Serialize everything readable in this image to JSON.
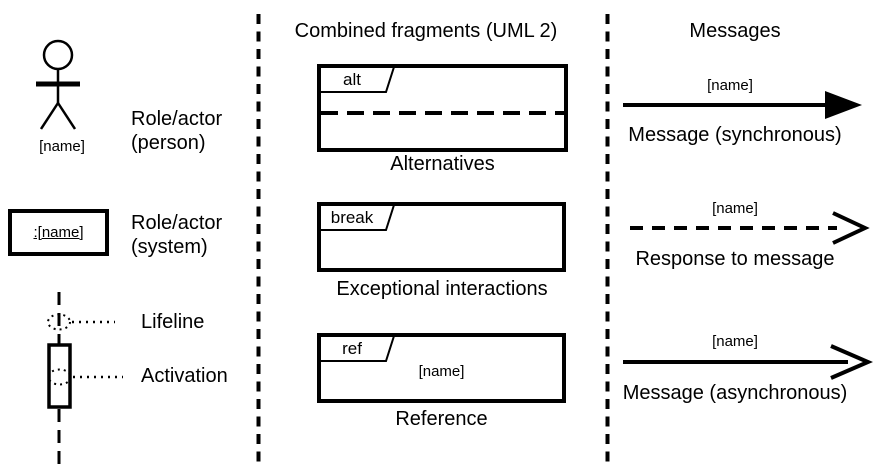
{
  "legend": {
    "notation": {
      "actor_person": {
        "instance_label": "[name]",
        "label": "Role/actor (person)"
      },
      "actor_system": {
        "instance_label": ":[name]",
        "label": "Role/actor (system)"
      },
      "lifeline": {
        "label": "Lifeline"
      },
      "activation": {
        "label": "Activation"
      }
    },
    "fragments": {
      "header": "Combined fragments (UML 2)",
      "items": [
        {
          "operator": "alt",
          "caption": "Alternatives"
        },
        {
          "operator": "break",
          "caption": "Exceptional interactions"
        },
        {
          "operator": "ref",
          "instance_label": "[name]",
          "caption": "Reference"
        }
      ]
    },
    "messages": {
      "header": "Messages",
      "items": [
        {
          "name_label": "[name]",
          "caption": "Message (synchronous)",
          "line_style": "solid",
          "arrowhead": "filled-triangle"
        },
        {
          "name_label": "[name]",
          "caption": "Response to message",
          "line_style": "dashed",
          "arrowhead": "open"
        },
        {
          "name_label": "[name]",
          "caption": "Message (asynchronous)",
          "line_style": "solid",
          "arrowhead": "open"
        }
      ]
    }
  },
  "colors": {
    "ink": "#000000",
    "background": "#ffffff"
  }
}
